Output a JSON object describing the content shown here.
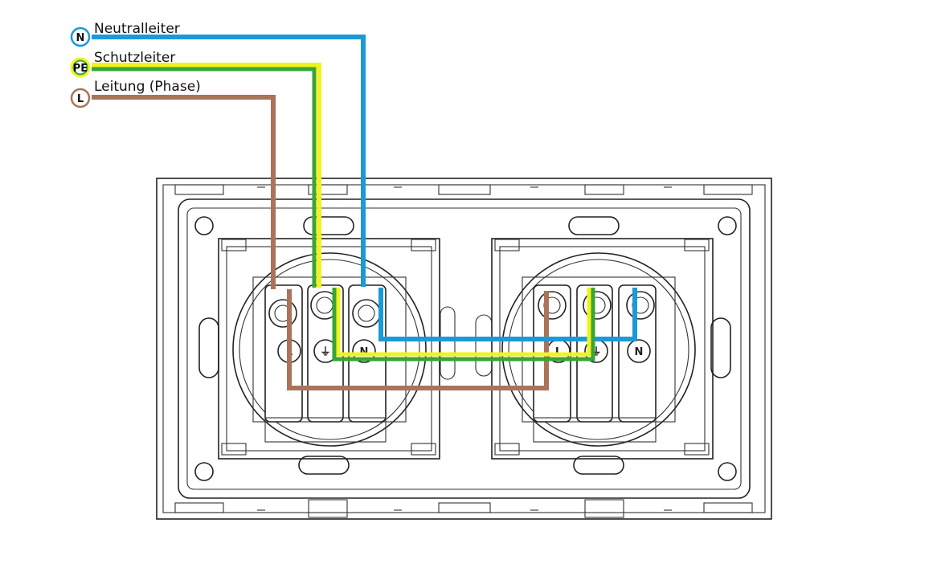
{
  "legend": [
    {
      "badge": "N",
      "label": "Neutralleiter",
      "color": "#1a9ad6"
    },
    {
      "badge": "PE",
      "label": "Schutzleiter",
      "color": "#3aa535"
    },
    {
      "badge": "L",
      "label": "Leitung (Phase)",
      "color": "#a9745a"
    }
  ],
  "pe_stripe_color": "#f2f21e",
  "sockets": [
    {
      "terminals": [
        "L",
        "⏚",
        "N"
      ]
    },
    {
      "terminals": [
        "L",
        "⏚",
        "N"
      ]
    }
  ]
}
